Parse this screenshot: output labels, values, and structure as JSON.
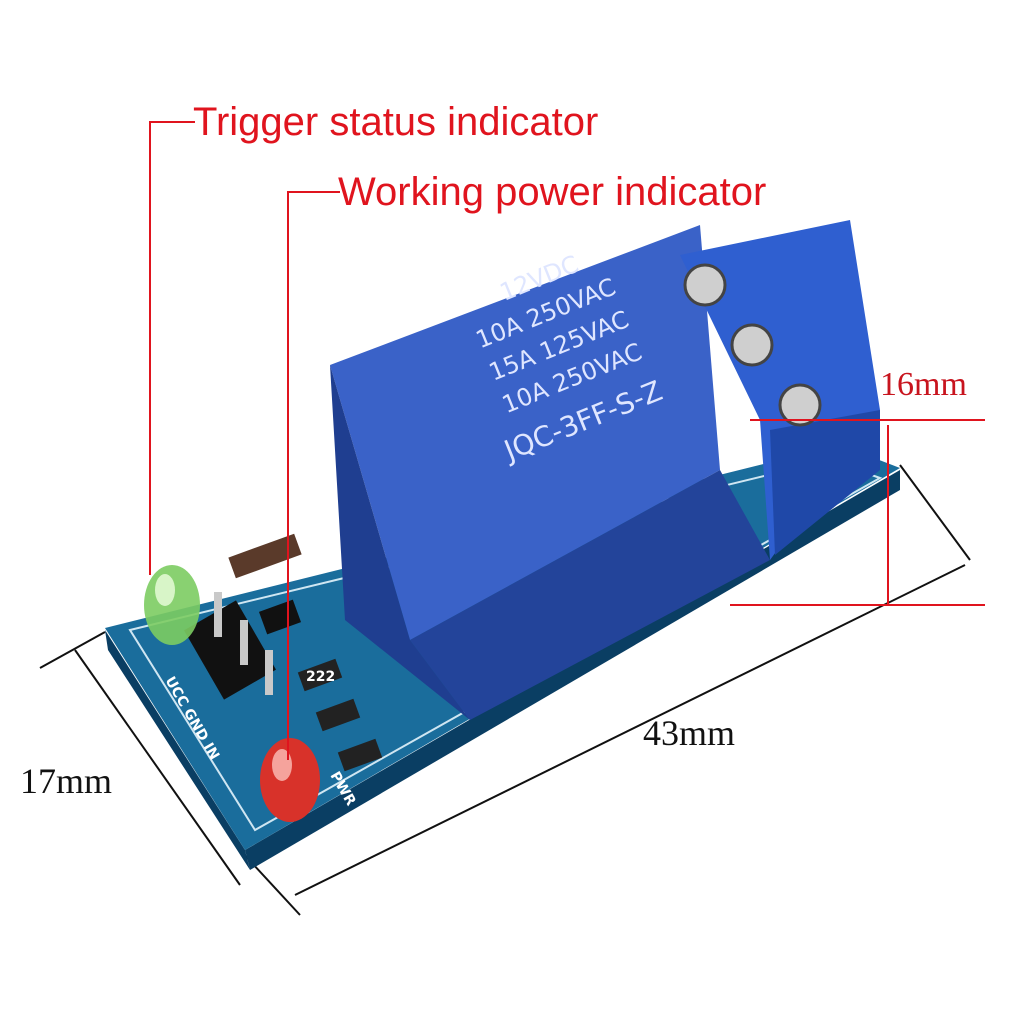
{
  "annotations": {
    "trigger_label": "Trigger status indicator",
    "power_label": "Working power indicator"
  },
  "dimensions": {
    "height": "16mm",
    "length": "43mm",
    "width": "17mm"
  },
  "relay": {
    "line1": "12VDC",
    "line2": "10A 250VAC",
    "line3": "15A 125VAC",
    "line4": "10A 250VAC",
    "model": "JQC-3FF-S-Z"
  },
  "pcb": {
    "pins": "UCC GND IN",
    "pwr": "PWR",
    "resistor": "222"
  },
  "colors": {
    "annotation": "#e0141e",
    "relay_blue": "#2f52b8",
    "pcb_blue": "#0f5a8a"
  }
}
